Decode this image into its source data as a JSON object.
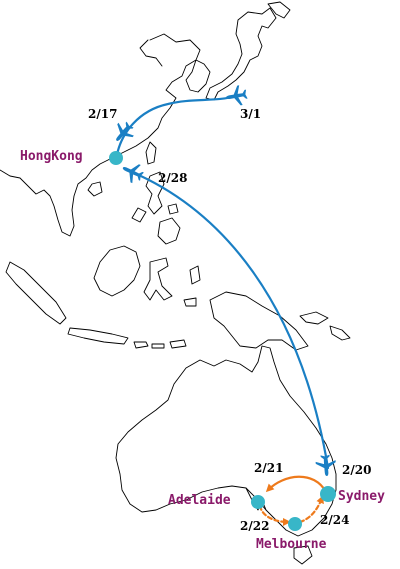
{
  "colors": {
    "route_international": "#1a7fc4",
    "route_domestic": "#ee7a1c",
    "city_dot": "#38b6c8",
    "city_label": "#8a1a6a",
    "coastline": "#000000"
  },
  "icons": {
    "airplane": "airplane-icon",
    "city_marker": "city-dot"
  },
  "cities": {
    "hongkong": "HongKong",
    "sydney": "Sydney",
    "adelaide": "Adelaide",
    "melbourne": "Melbourne"
  },
  "flight_dates": {
    "d1": "2/17",
    "d2": "3/1",
    "d3": "2/28",
    "d4": "2/20",
    "d5": "2/21",
    "d6": "2/22",
    "d7": "2/24"
  }
}
